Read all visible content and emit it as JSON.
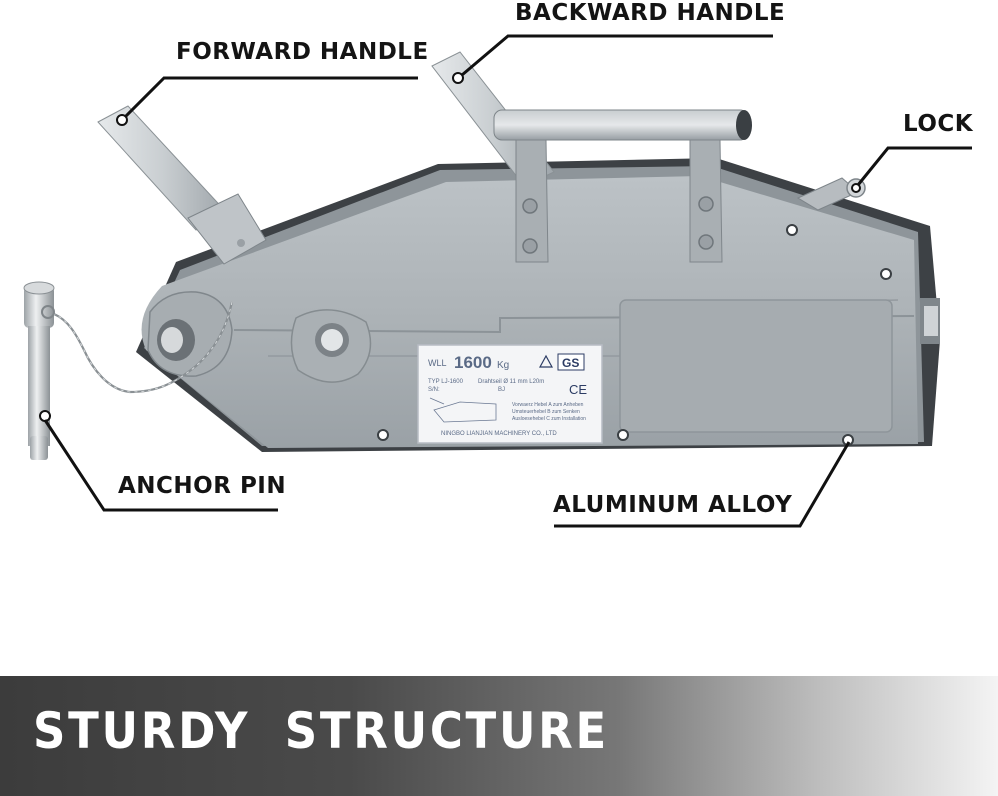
{
  "callouts": {
    "forward_handle": "FORWARD HANDLE",
    "backward_handle": "BACKWARD HANDLE",
    "lock": "LOCK",
    "anchor_pin": "ANCHOR PIN",
    "aluminum_alloy": "ALUMINUM ALLOY"
  },
  "nameplate": {
    "wll_label": "WLL",
    "wll_value": "1600",
    "wll_unit": "Kg",
    "type_line": "TYP LJ-1600",
    "sn_line": "S/N:",
    "rope_line": "Drahtseil Ø 11 mm L20m",
    "bj_line": "BJ",
    "instr_1": "Vorwaerz Hebel A  zum Anheben",
    "instr_2": "Umsteuerhebel B  zum Senken",
    "instr_3": "Ausloesehebel C  zum Installation",
    "manufacturer": "NINGBO LIANJIAN MACHINERY CO.,  LTD",
    "gs_mark": "GS",
    "ce_mark": "CE"
  },
  "banner": {
    "title": "STURDY STRUCTURE"
  },
  "colors": {
    "body": "#aeb4b8",
    "body_shadow": "#8f969b",
    "handle": "#c4c9cc",
    "callout_line": "#111111",
    "banner_start": "#3c3c3c",
    "banner_end": "#f4f4f4"
  }
}
